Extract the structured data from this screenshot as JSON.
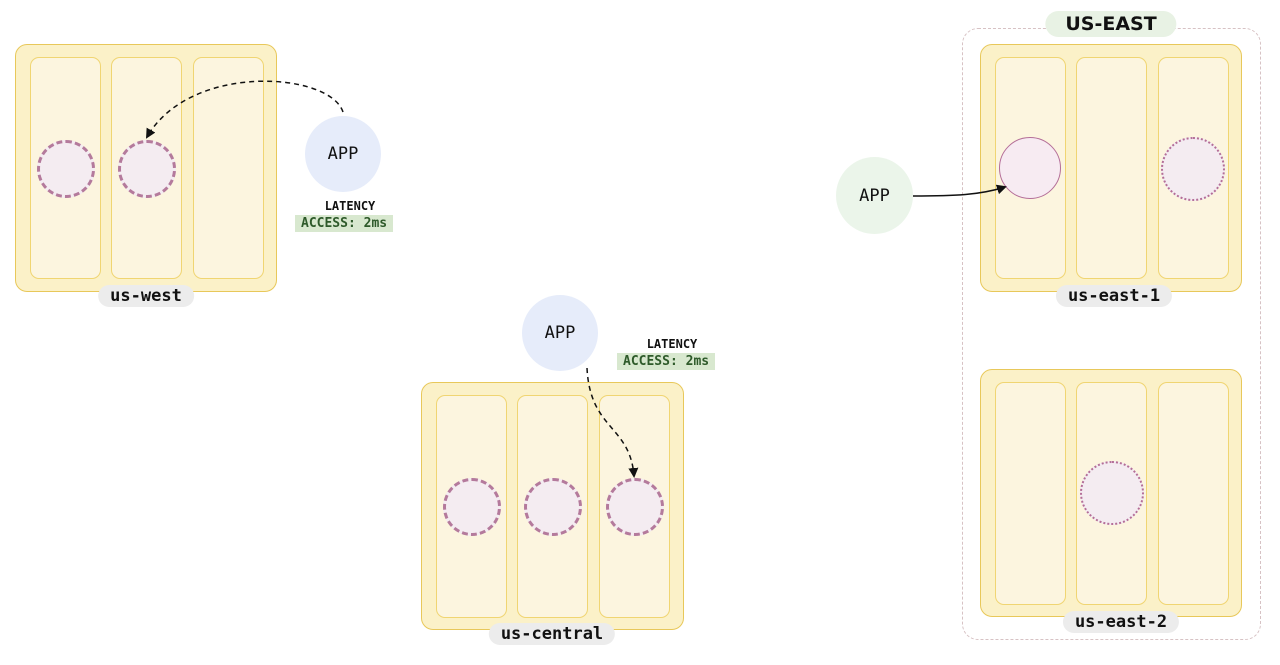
{
  "group": {
    "label": "US-EAST"
  },
  "regions": {
    "us_west": {
      "label": "us-west"
    },
    "us_central": {
      "label": "us-central"
    },
    "us_east_1": {
      "label": "us-east-1"
    },
    "us_east_2": {
      "label": "us-east-2"
    }
  },
  "apps": {
    "west": {
      "label": "APP"
    },
    "central": {
      "label": "APP"
    },
    "east": {
      "label": "APP"
    }
  },
  "latency": {
    "west": {
      "title": "LATENCY",
      "value": "ACCESS: 2ms"
    },
    "central": {
      "title": "LATENCY",
      "value": "ACCESS: 2ms"
    }
  },
  "colors": {
    "region_fill": "#fbf1c8",
    "zone_fill": "#fcf5df",
    "replica_stroke": "#b47a9c",
    "app_blue": "#e6ecfa",
    "app_green": "#ebf5ea",
    "latency_bg": "#d8e8cf"
  }
}
